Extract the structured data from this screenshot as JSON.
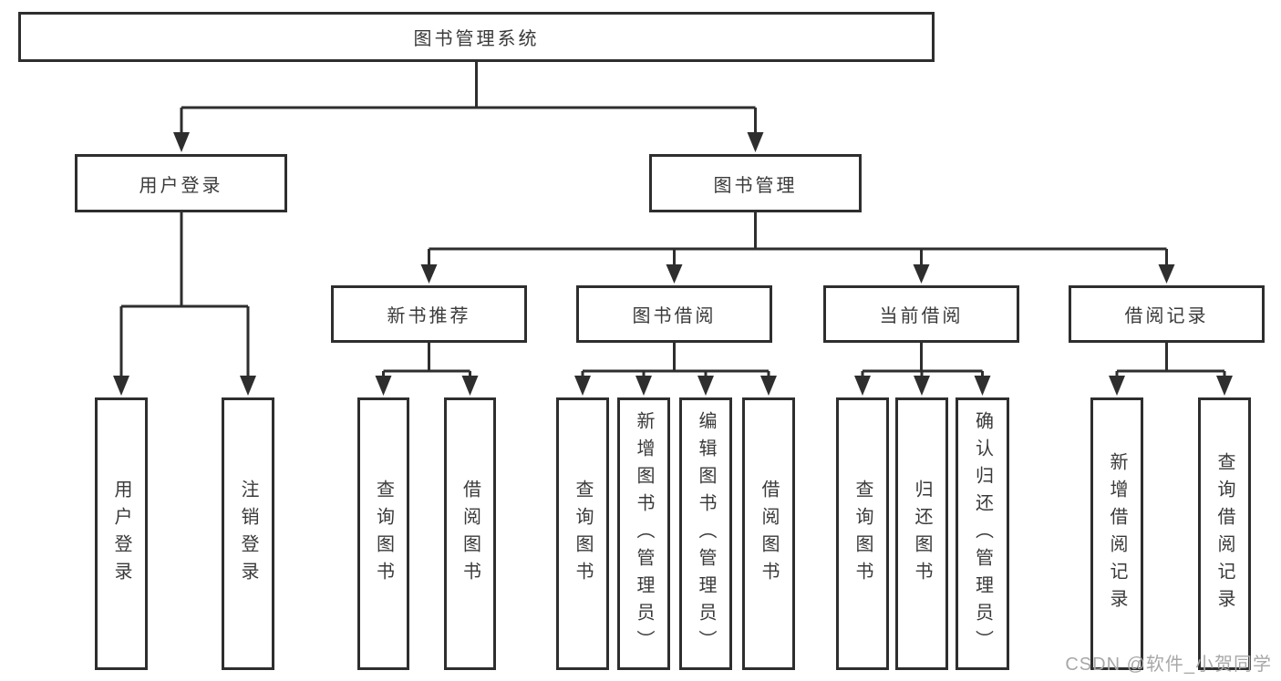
{
  "tree": {
    "label": "图书管理系统",
    "children": [
      {
        "label": "用户登录",
        "children": [
          {
            "label": "用户登录"
          },
          {
            "label": "注销登录"
          }
        ]
      },
      {
        "label": "图书管理",
        "children": [
          {
            "label": "新书推荐",
            "children": [
              {
                "label": "查询图书"
              },
              {
                "label": "借阅图书"
              }
            ]
          },
          {
            "label": "图书借阅",
            "children": [
              {
                "label": "查询图书"
              },
              {
                "label": "新增图书（管理员）"
              },
              {
                "label": "编辑图书（管理员）"
              },
              {
                "label": "借阅图书"
              }
            ]
          },
          {
            "label": "当前借阅",
            "children": [
              {
                "label": "查询图书"
              },
              {
                "label": "归还图书"
              },
              {
                "label": "确认归还（管理员）"
              }
            ]
          },
          {
            "label": "借阅记录",
            "children": [
              {
                "label": "新增借阅记录"
              },
              {
                "label": "查询借阅记录"
              }
            ]
          }
        ]
      }
    ]
  },
  "watermark": {
    "text": "CSDN @软件_小贺同学"
  },
  "colors": {
    "line": "#2e2e2e",
    "text": "#3a3a3a",
    "watermark": "#a8a8a8",
    "background": "#ffffff"
  }
}
